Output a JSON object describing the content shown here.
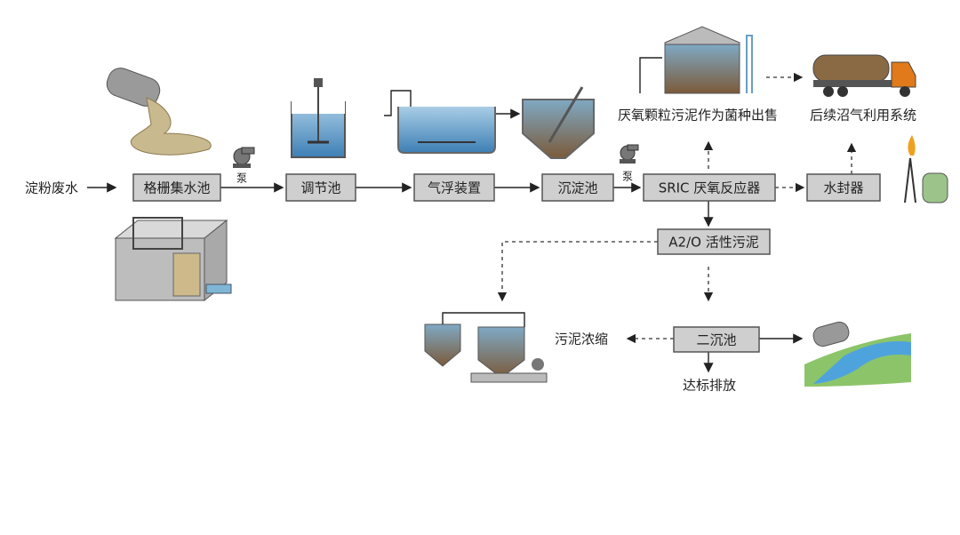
{
  "input_label": "淀粉废水",
  "nodes": {
    "grid_tank": "格栅集水池",
    "regulating_tank": "调节池",
    "air_flotation": "气浮装置",
    "sedimentation": "沉淀池",
    "sric_reactor": "SRIC 厌氧反应器",
    "water_seal": "水封器",
    "ao_sludge": "A2/O 活性污泥",
    "secondary_clarifier": "二沉池"
  },
  "pump_label": "泵",
  "outputs": {
    "granular_sludge": "厌氧颗粒污泥作为菌种出售",
    "biogas_system": "后续沼气利用系统",
    "sludge_thickening": "污泥浓缩",
    "discharge": "达标排放"
  },
  "colors": {
    "box_fill": "#cfcfcf",
    "box_stroke": "#555555",
    "water": "#5a95c4",
    "sludge": "#8a6a45"
  }
}
